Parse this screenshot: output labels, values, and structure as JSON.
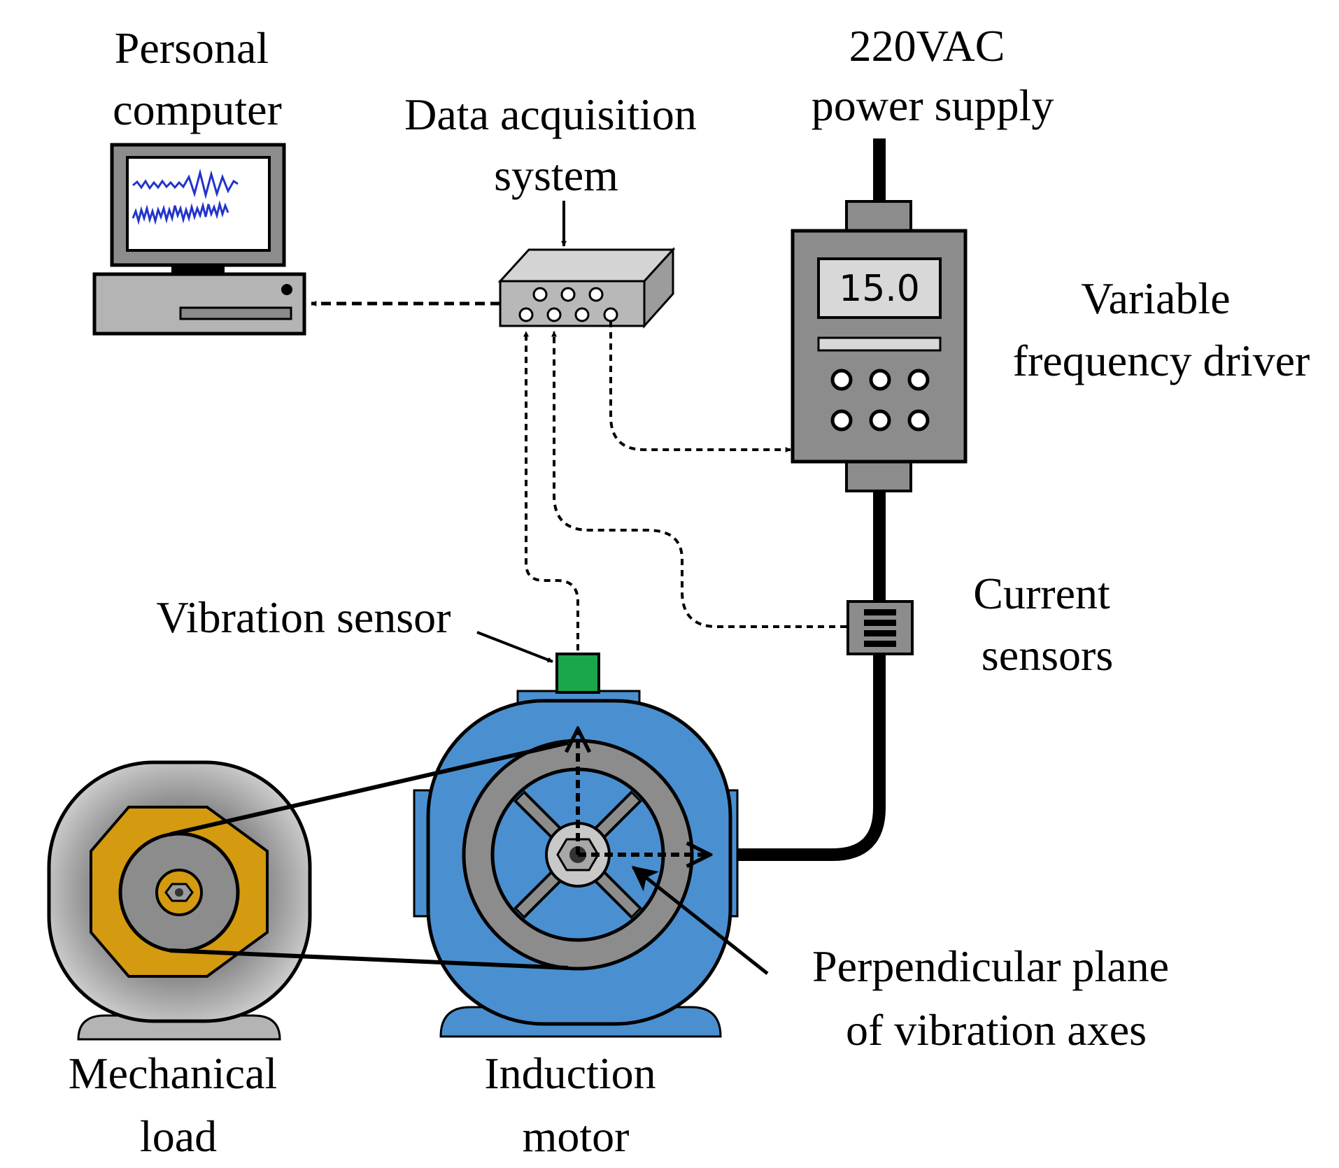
{
  "labels": {
    "personal_computer": [
      "Personal",
      "computer"
    ],
    "daq": [
      "Data acquisition",
      "system"
    ],
    "power_supply": [
      "220VAC",
      "power supply"
    ],
    "vfd": [
      "Variable",
      "frequency driver"
    ],
    "vibration_sensor": "Vibration sensor",
    "current_sensors": [
      "Current",
      "sensors"
    ],
    "vibration_axes": [
      "Perpendicular plane",
      "of vibration axes"
    ],
    "mechanical_load": [
      "Mechanical",
      "load"
    ],
    "induction_motor": [
      "Induction",
      "motor"
    ]
  },
  "vfd_display_value": "15.0",
  "colors": {
    "motor_blue": "#4a90d0",
    "sensor_green": "#1aa64a",
    "pulley_gold": "#d49a10",
    "housing_gray": "#8c8c8c",
    "screen_blue": "#2233cc",
    "light_gray": "#c8c8c8"
  }
}
